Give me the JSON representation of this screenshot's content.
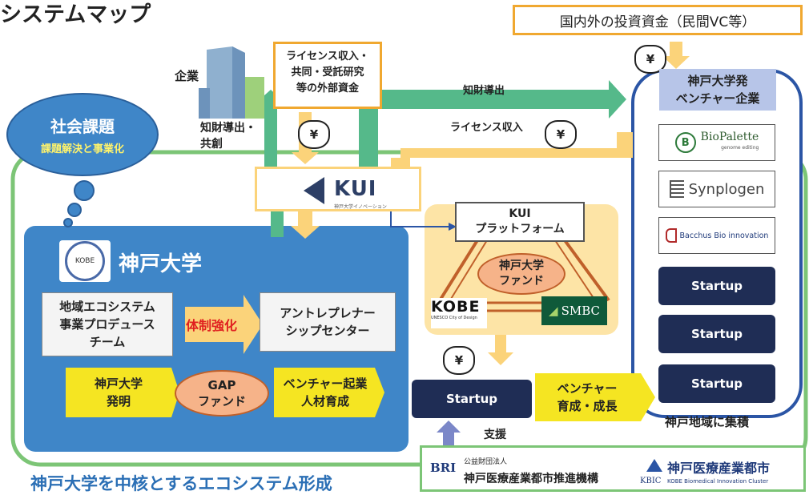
{
  "title": "システムマップ",
  "bottom_title": "神戸大学を中核とするエコシステム形成",
  "investment": "国内外の投資資金（民間VC等）",
  "license_box": [
    "ライセンス収入・",
    "共同・受託研究",
    "等の外部資金"
  ],
  "company": "企業",
  "chizai_kyoso": [
    "知財導出・",
    "共創"
  ],
  "chizai_doshutsu": "知財導出",
  "license_income": "ライセンス収入",
  "social": {
    "title": "社会課題",
    "subtitle": "課題解決と事業化"
  },
  "kui": {
    "name": "KUI",
    "small": "神戸大学イノベーション"
  },
  "kobe_univ": {
    "name": "神戸大学",
    "logo": "KOBE"
  },
  "producer": [
    "地域エコシステム",
    "事業プロデュース",
    "チーム"
  ],
  "taisei": "体制強化",
  "entre": [
    "アントレプレナー",
    "シップセンター"
  ],
  "invention": [
    "神戸大学",
    "発明"
  ],
  "gap": [
    "GAP",
    "ファンド"
  ],
  "venture_hr": [
    "ベンチャー起業",
    "人材育成"
  ],
  "platform": [
    "KUI",
    "プラットフォーム"
  ],
  "univ_fund": [
    "神戸大学",
    "ファンド"
  ],
  "kobe_city": {
    "name": "KOBE",
    "sub": "UNESCO City of Design"
  },
  "smbc": "SMBC",
  "startup_center": "Startup",
  "venture_growth": [
    "ベンチャー",
    "育成・成長"
  ],
  "support": "支援",
  "ventures_header": [
    "神戸大学発",
    "ベンチャー企業"
  ],
  "companies": [
    {
      "name": "BioPalette",
      "sub": "genome editing",
      "mark": "B"
    },
    {
      "name": "Synplogen"
    },
    {
      "name": "Bacchus Bio innovation",
      "bold_part": "Bacchus"
    }
  ],
  "startups": [
    "Startup",
    "Startup",
    "Startup"
  ],
  "cluster": "神戸地域に集積",
  "foundation": {
    "small": "公益財団法人",
    "name": "神戸医療産業都市推進機構",
    "mark": "BRI"
  },
  "kbic": {
    "name": "神戸医療産業都市",
    "sub": "KOBE Biomedical Innovation Cluster",
    "mark": "KBIC"
  },
  "yen": "¥",
  "colors": {
    "green": "#55b98a",
    "yellow": "#fbd37a",
    "blue": "#3f86c8",
    "navy": "#1f2d55",
    "orange": "#f0a830",
    "border_blue": "#2b55a5"
  }
}
